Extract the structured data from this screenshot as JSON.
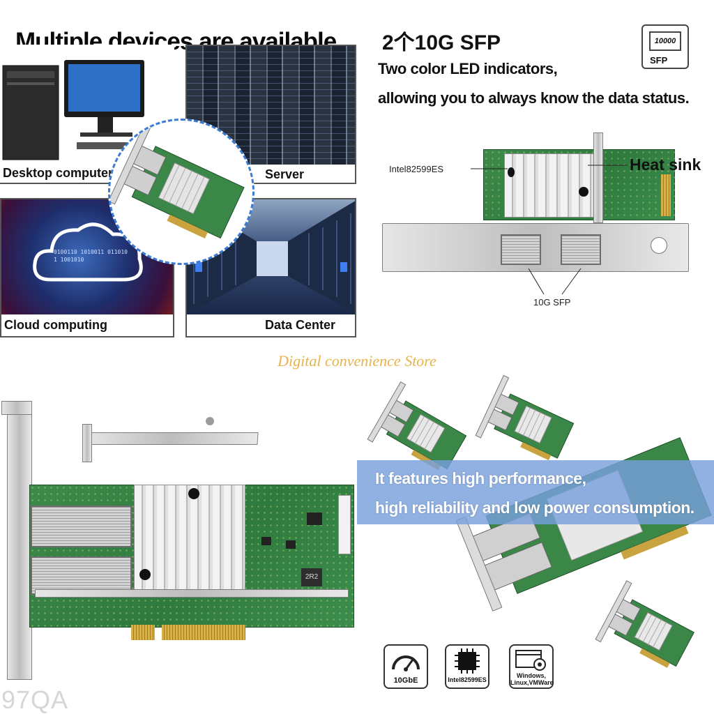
{
  "quadrant1": {
    "title": "Multiple devices are available",
    "tiles": [
      {
        "label": "Desktop computer"
      },
      {
        "label": "Server"
      },
      {
        "label": "Cloud computing"
      },
      {
        "label": "Data Center"
      }
    ],
    "cloud_bits": "0100110 1010011 0110101 1001010"
  },
  "quadrant2": {
    "title": "2个10G SFP",
    "line1": "Two color LED indicators,",
    "line2": "allowing you to always know the data status.",
    "sfp_icon": {
      "speed": "10000",
      "label": "SFP"
    },
    "callouts": {
      "chip": "Intel82599ES",
      "heatsink": "Heat sink",
      "ports": "10G SFP"
    }
  },
  "watermark": {
    "store": "Digital convenience Store",
    "corner": "97QA"
  },
  "quadrant3": {
    "chip_marking": "2R2"
  },
  "quadrant4": {
    "banner_line1": "It features high performance,",
    "banner_line2": "high reliability and low power consumption.",
    "features": [
      {
        "icon": "speedometer-icon",
        "label": "10GbE"
      },
      {
        "icon": "chip-icon",
        "label": "Intel82599ES"
      },
      {
        "icon": "windows-gear-icon",
        "label": "Windows,\nLinux,VMWare"
      }
    ]
  },
  "colors": {
    "accent_blue": "#3a7bd5",
    "banner": "#78a0dc",
    "store_gold": "#e8b44a",
    "pcb_green": "#2f7a3e"
  }
}
